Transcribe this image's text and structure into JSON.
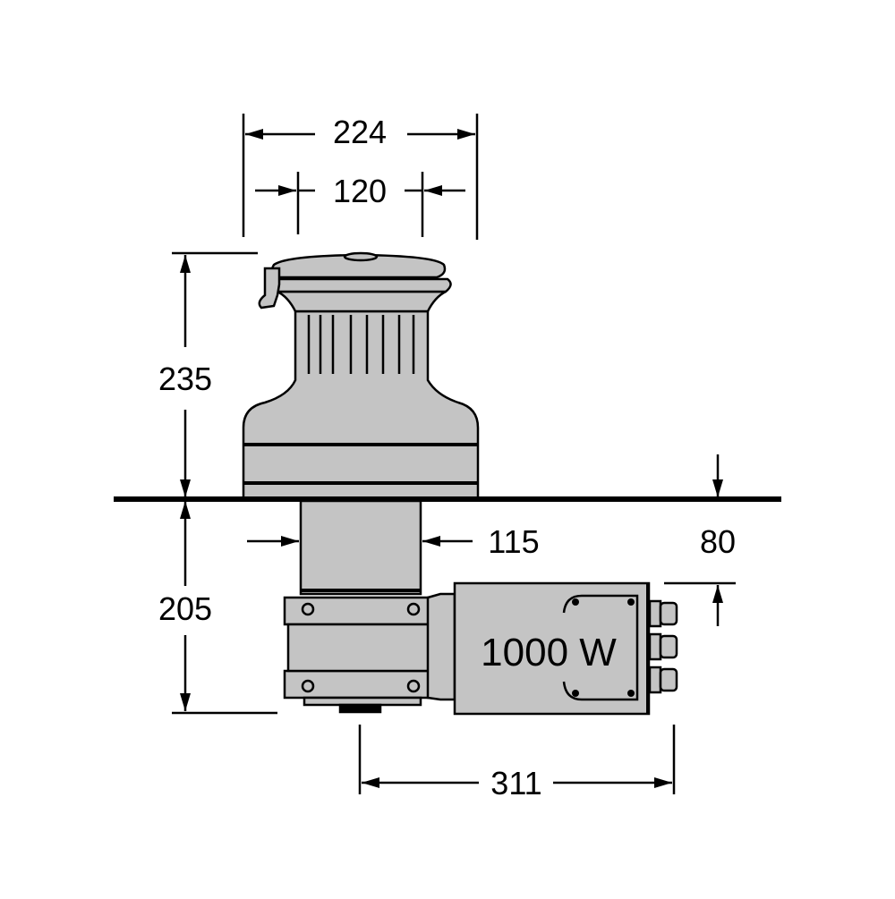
{
  "dimensions": {
    "overall_width": "224",
    "drum_width": "120",
    "height_above_deck": "235",
    "height_below_deck": "205",
    "shaft_width": "115",
    "deck_offset": "80",
    "motor_length": "311"
  },
  "motor": {
    "power_label": "1000 W"
  },
  "colors": {
    "body_fill": "#c4c4c4",
    "outline": "#000000",
    "background": "#ffffff"
  }
}
